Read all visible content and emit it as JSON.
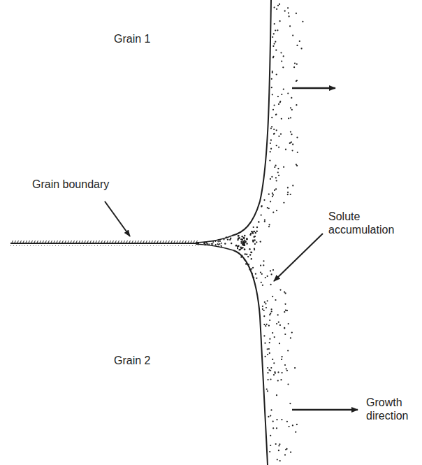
{
  "diagram": {
    "labels": [
      "Grain 1",
      "Grain boundary",
      "Solute accumulation",
      "Grain 2",
      "Growth direction"
    ]
  }
}
